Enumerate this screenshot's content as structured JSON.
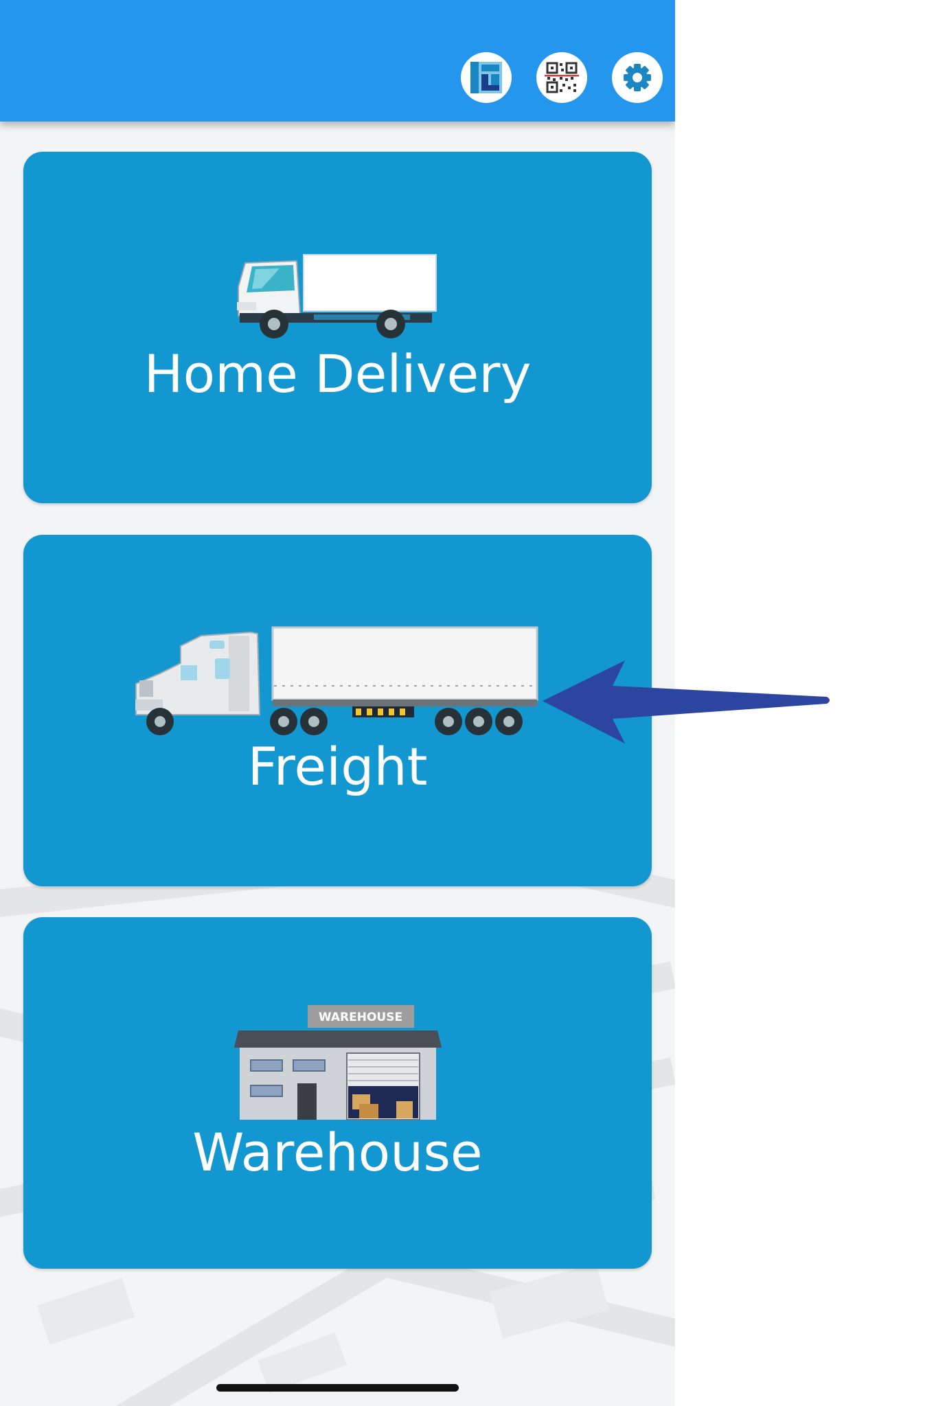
{
  "topbar": {
    "color": "#2596ee",
    "icons": [
      {
        "name": "layout-icon",
        "label": "layout"
      },
      {
        "name": "qr-code-icon",
        "label": "qr scan"
      },
      {
        "name": "gear-icon",
        "label": "settings"
      }
    ]
  },
  "tiles": [
    {
      "label": "Home Delivery",
      "icon": "box-truck-icon"
    },
    {
      "label": "Freight",
      "icon": "semi-truck-icon"
    },
    {
      "label": "Warehouse",
      "icon": "warehouse-icon",
      "sign": "WAREHOUSE"
    }
  ],
  "colors": {
    "tile": "#1297d1",
    "annotation_arrow": "#2c45a0"
  }
}
